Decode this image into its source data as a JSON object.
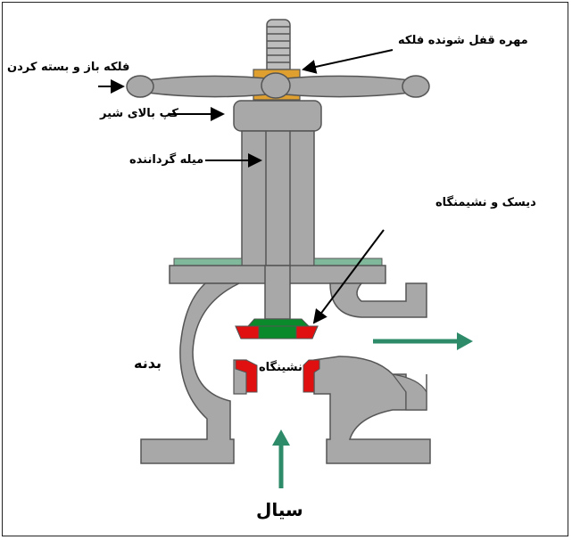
{
  "labels": {
    "lock_nut": "مهره قفل شونده فلکه",
    "handwheel": "فلکه باز و بسته کردن",
    "bonnet": "کپ  بالای شیر",
    "stem": "میله گرداننده",
    "disc_seat": "دیسک و نشیمنگاه",
    "body": "بدنه",
    "seat": "نشینگاه",
    "fluid": "سیال"
  },
  "colors": {
    "metal": "#a8a8a8",
    "metal_dark": "#555555",
    "seat_red": "#e01010",
    "disc_green": "#0a8a2a",
    "flow_arrow": "#2e8b6a",
    "nut": "#e0a030",
    "gasket": "#7fb89a"
  },
  "icons": {
    "flow_out": "arrow-right",
    "flow_in": "arrow-up"
  }
}
